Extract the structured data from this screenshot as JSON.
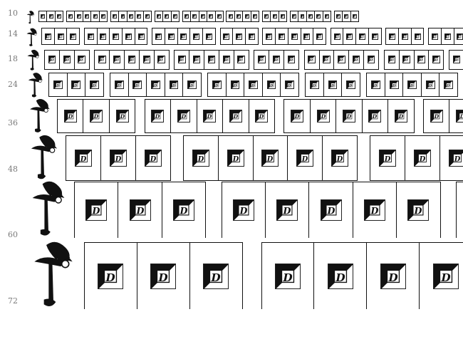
{
  "sizes": [
    "10",
    "14",
    "18",
    "24",
    "36",
    "48",
    "60",
    "72"
  ],
  "preview_pattern": [
    1,
    2,
    3,
    0,
    1,
    2,
    3,
    4,
    5,
    0,
    1,
    2,
    3,
    4,
    5,
    0,
    1,
    2,
    3,
    0,
    1,
    2,
    3,
    4,
    5,
    0,
    1,
    2,
    3,
    4,
    0,
    1,
    2,
    3,
    0,
    1,
    2,
    3,
    4,
    5,
    0,
    1,
    2,
    3
  ],
  "colors": {
    "ink": "#111111",
    "label": "#7a7a7a",
    "background": "#ffffff"
  },
  "glyph_icon": "fairy-dropcap-icon",
  "box_icon": "square-letter-d-icon"
}
